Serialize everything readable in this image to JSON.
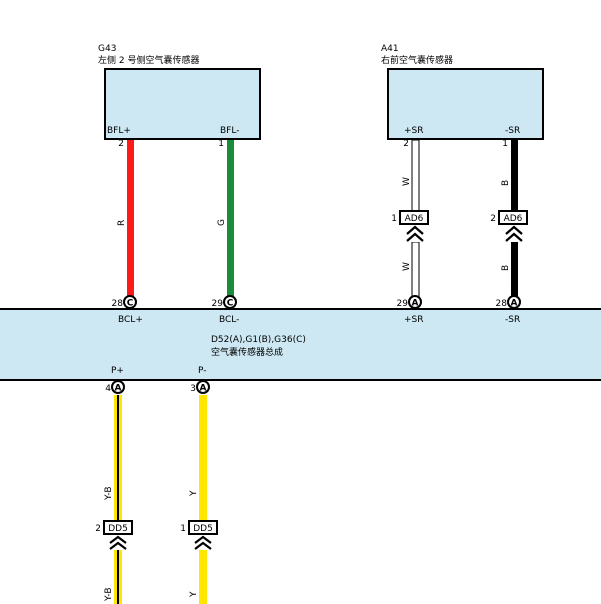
{
  "components": {
    "g43": {
      "code": "G43",
      "name": "左侧 2 号侧空气囊传感器",
      "pins": [
        {
          "label": "BFL+",
          "num": "2"
        },
        {
          "label": "BFL-",
          "num": "1"
        }
      ]
    },
    "a41": {
      "code": "A41",
      "name": "右前空气囊传感器",
      "pins": [
        {
          "label": "+SR",
          "num": "2"
        },
        {
          "label": "-SR",
          "num": "1"
        }
      ]
    },
    "main": {
      "code": "D52(A),G1(B),G36(C)",
      "name": "空气囊传感器总成",
      "top_pins": [
        {
          "num": "28",
          "conn": "C",
          "label": "BCL+"
        },
        {
          "num": "29",
          "conn": "C",
          "label": "BCL-"
        },
        {
          "num": "29",
          "conn": "A",
          "label": "+SR"
        },
        {
          "num": "28",
          "conn": "A",
          "label": "-SR"
        }
      ],
      "bottom_pins": [
        {
          "num": "4",
          "conn": "A",
          "label": "P+"
        },
        {
          "num": "3",
          "conn": "A",
          "label": "P-"
        }
      ]
    }
  },
  "wires": [
    {
      "color_code": "R",
      "color": "#ff1a1a"
    },
    {
      "color_code": "G",
      "color": "#1a8c3a"
    },
    {
      "color_code": "W",
      "color": "#ffffff",
      "label_upper": "W",
      "label_lower": "W"
    },
    {
      "color_code": "B",
      "color": "#000000",
      "label_upper": "B",
      "label_lower": "B"
    },
    {
      "color_code": "Y-B",
      "color": "#ffe600",
      "stripe": "#000000",
      "label_upper": "Y-B",
      "label_lower": "Y-B"
    },
    {
      "color_code": "Y",
      "color": "#ffe600",
      "label_upper": "Y",
      "label_lower": "Y"
    }
  ],
  "inline_connectors": [
    {
      "code": "AD6",
      "pin": "1"
    },
    {
      "code": "AD6",
      "pin": "2"
    },
    {
      "code": "DD5",
      "pin": "2"
    },
    {
      "code": "DD5",
      "pin": "1"
    }
  ],
  "colors": {
    "component_fill": "#cde8f2",
    "outline": "#000000"
  }
}
